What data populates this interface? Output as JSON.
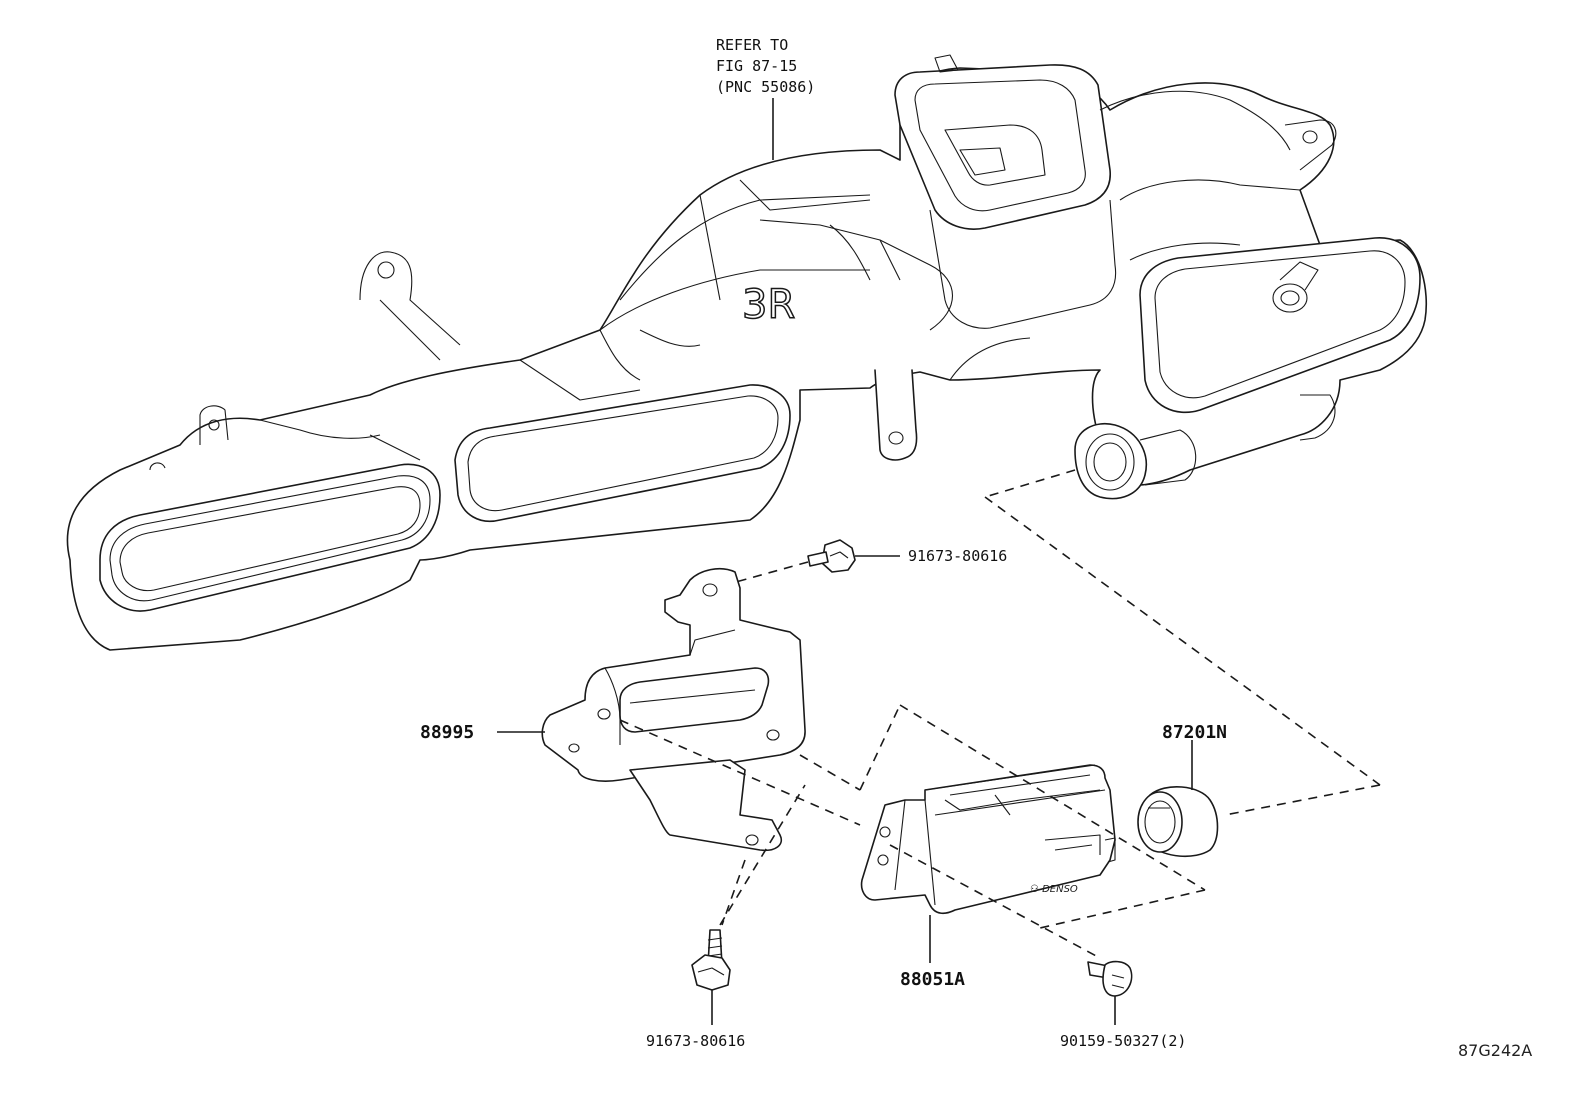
{
  "refer_note": {
    "line1": "REFER TO",
    "line2": "FIG 87-15",
    "line3": "(PNC 55086)"
  },
  "duct_marking": "3R",
  "labels": {
    "bolt_top": "91673-80616",
    "bracket": "88995",
    "clip": "87201N",
    "module": "88051A",
    "bolt_bottom_left": "91673-80616",
    "screw_bottom_right": "90159-50327(2)"
  },
  "figure_id": "87G242A",
  "colors": {
    "ink": "#1a1a1a",
    "background": "#ffffff"
  }
}
